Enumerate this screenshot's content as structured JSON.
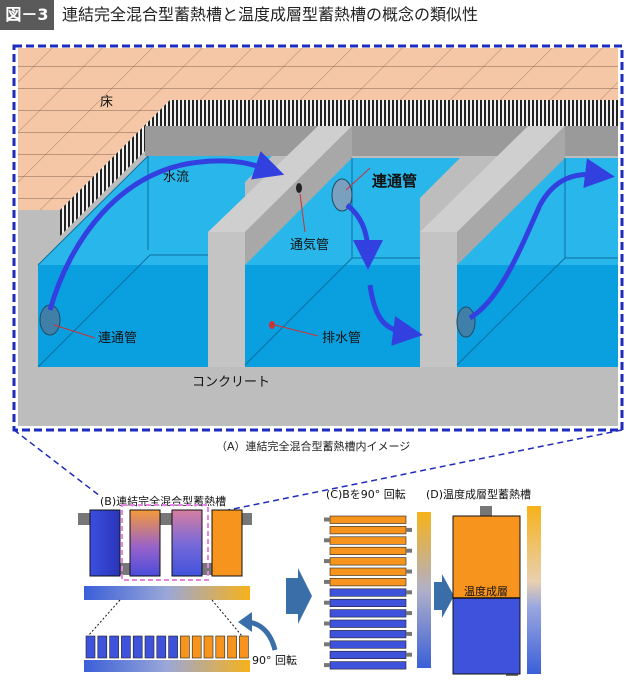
{
  "header": {
    "badge": "図－3",
    "title": "連結完全混合型蓄熱槽と温度成層型蓄熱槽の概念の類似性"
  },
  "panel_a": {
    "floor_label": "床",
    "water_flow_label": "水流",
    "connecting_pipe_label": "連通管",
    "connecting_pipe_label_large": "連通管",
    "vent_pipe_label": "通気管",
    "drain_pipe_label": "排水管",
    "concrete_label": "コンクリート",
    "caption": "（A）連結完全混合型蓄熱槽内イメージ"
  },
  "panel_b": {
    "title": "(B)連結完全混合型蓄熱槽",
    "rotate_label": "90° 回転"
  },
  "panel_c": {
    "title": "(C)Bを90° 回転"
  },
  "panel_d": {
    "title": "(D)温度成層型蓄熱槽",
    "layer_label": "温度成層"
  },
  "colors": {
    "water": "#29b6ea",
    "water_deep": "#0aa0df",
    "concrete": "#bdbdbd",
    "floor": "#f5c7a6",
    "arrow": "#3340e0",
    "cold": "#3a5fd8",
    "warm": "#f7a21a",
    "dashed_frame": "#1e2bbf",
    "pink_frame": "#e486e6"
  }
}
